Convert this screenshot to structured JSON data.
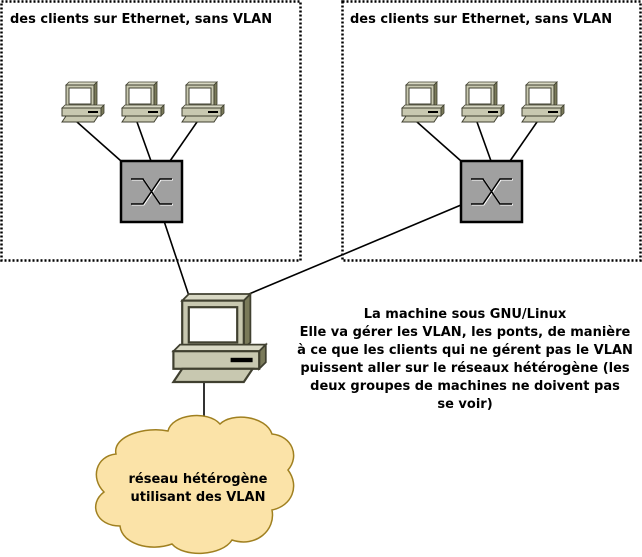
{
  "diagram": {
    "groups": [
      {
        "title": "des clients sur Ethernet, sans VLAN",
        "client_count": 3
      },
      {
        "title": "des clients sur Ethernet, sans VLAN",
        "client_count": 3
      }
    ],
    "linux_machine": {
      "description_lines": [
        "La machine sous GNU/Linux",
        "Elle va gérer les VLAN, les ponts, de manière",
        "à ce que les clients qui ne gérent pas le VLAN",
        "puissent aller sur le réseaux hétérogène (les",
        "deux groupes de machines ne doivent pas",
        "se voir)"
      ]
    },
    "cloud": {
      "lines": [
        "réseau hétérogène",
        "utilisant des VLAN"
      ]
    },
    "colors": {
      "switch_fill": "#a0a0a0",
      "pc_body": "#c8c8b0",
      "pc_dark": "#5a5a40",
      "cloud_fill": "#fbe3a8",
      "cloud_stroke": "#a08020",
      "border": "#000000"
    }
  }
}
